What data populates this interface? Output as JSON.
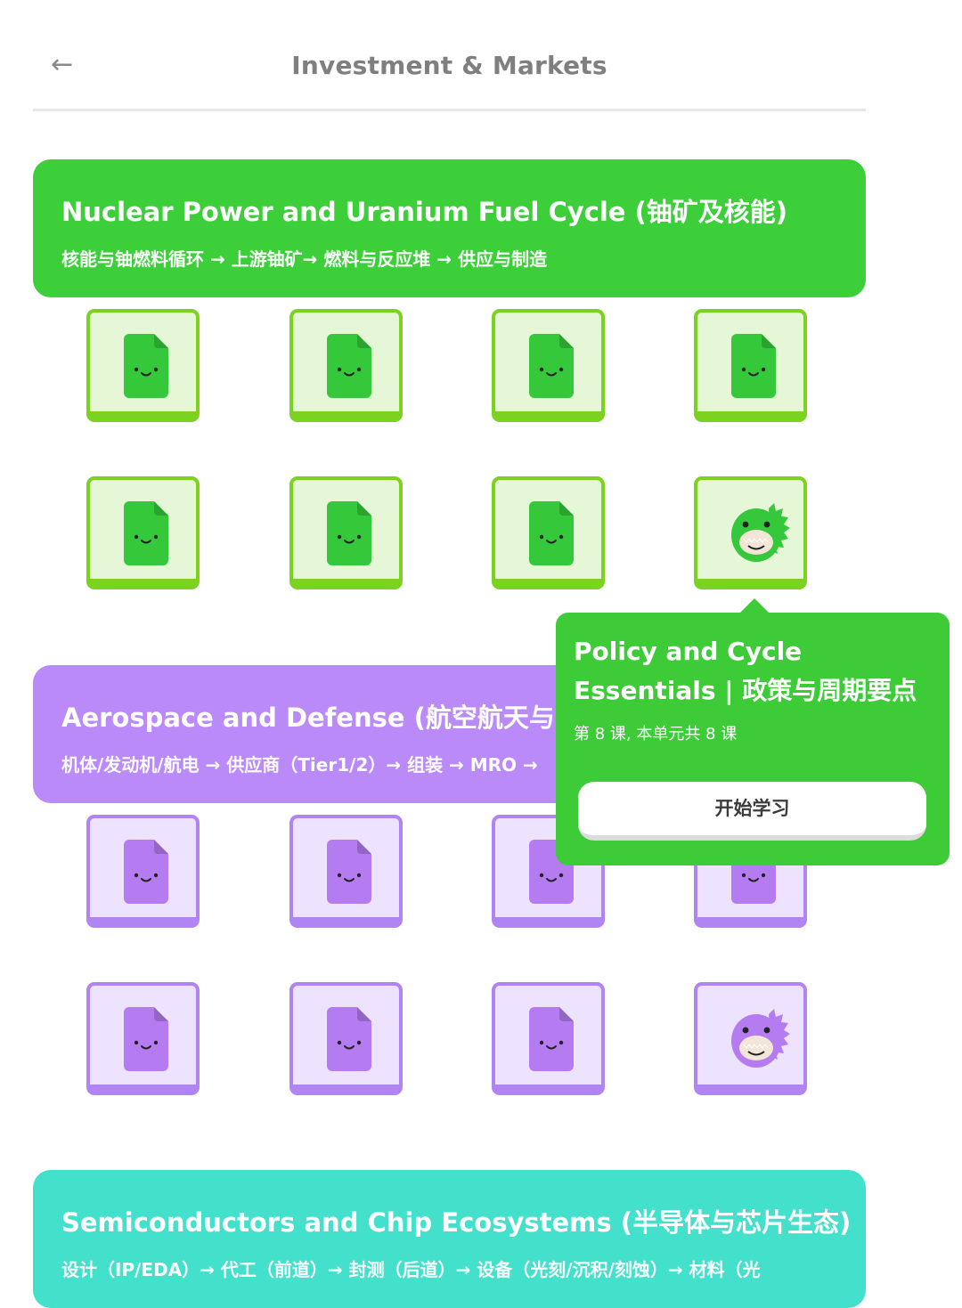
{
  "header": {
    "back_icon": "arrow-left-icon",
    "title": "Investment & Markets"
  },
  "units": [
    {
      "title": "Nuclear Power and Uranium Fuel Cycle (铀矿及核能)",
      "subtitle": "核能与铀燃料循环 → 上游铀矿→ 燃料与反应堆 → 供应与制造",
      "color": "#3ccf3a"
    },
    {
      "title": "Aerospace and Defense (航空航天与国防)",
      "subtitle": "机体/发动机/航电 → 供应商（Tier1/2）→ 组装 → MRO →",
      "color": "#b98af8"
    },
    {
      "title": "Semiconductors and Chip Ecosystems (半导体与芯片生态)",
      "subtitle": "设计（IP/EDA）→ 代工（前道）→ 封测（后道）→ 设备（光刻/沉积/刻蚀）→ 材料（光",
      "color": "#43e0cb"
    }
  ],
  "lesson_icons": {
    "regular": "smiling-document-icon",
    "final": "dinosaur-mascot-icon"
  },
  "colors": {
    "green_doc": "#34c83a",
    "green_tile_bg": "#e6f7d8",
    "green_tile_border": "#7bd21f",
    "purple_doc": "#b47cf0",
    "purple_tile_bg": "#ede3ff",
    "purple_tile_border": "#b084f2"
  },
  "popover": {
    "title": "Policy and Cycle Essentials | 政策与周期要点",
    "meta": "第 8 课, 本单元共 8 课",
    "button": "开始学习",
    "color": "#3dcc38"
  }
}
